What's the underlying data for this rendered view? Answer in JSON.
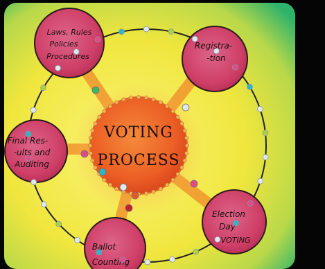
{
  "center": {
    "line1": "VOTING",
    "line2": "PROCESS"
  },
  "nodes": [
    {
      "id": "laws",
      "lines": [
        "Laws, Rules",
        "Policies",
        "Procedures"
      ]
    },
    {
      "id": "registration",
      "lines": [
        "Registra-",
        "-tion"
      ]
    },
    {
      "id": "final-results",
      "lines": [
        "Final Res-",
        "-ults and",
        "Auditing"
      ]
    },
    {
      "id": "election-day",
      "lines": [
        "Election",
        "Day",
        "VOTING"
      ]
    },
    {
      "id": "ballot-counting",
      "lines": [
        "Ballot",
        "Counting"
      ]
    }
  ],
  "colors": {
    "paper_yellow": "#f2ea4a",
    "paper_green_edge": "#2fb36a",
    "node_pink": "#d8406a",
    "center_orange": "#ee6a2a",
    "ring_line": "#222222"
  }
}
